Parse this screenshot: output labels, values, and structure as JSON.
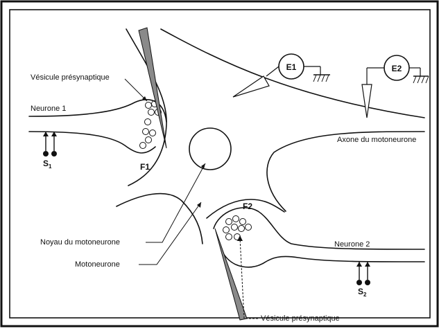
{
  "labels": {
    "vesicle_top": "Vésicule présynaptique",
    "neuron1": "Neurone 1",
    "stim1_main": "S",
    "stim1_sub": "1",
    "f1": "F1",
    "f2": "F2",
    "axon": "Axone du motoneurone",
    "nucleus": "Noyau du motoneurone",
    "motoneuron": "Motoneurone",
    "neuron2": "Neurone 2",
    "stim2_main": "S",
    "stim2_sub": "2",
    "vesicle_bottom": "Vésicule présynaptique"
  },
  "meters": {
    "e1": "E1",
    "e2": "E2"
  }
}
